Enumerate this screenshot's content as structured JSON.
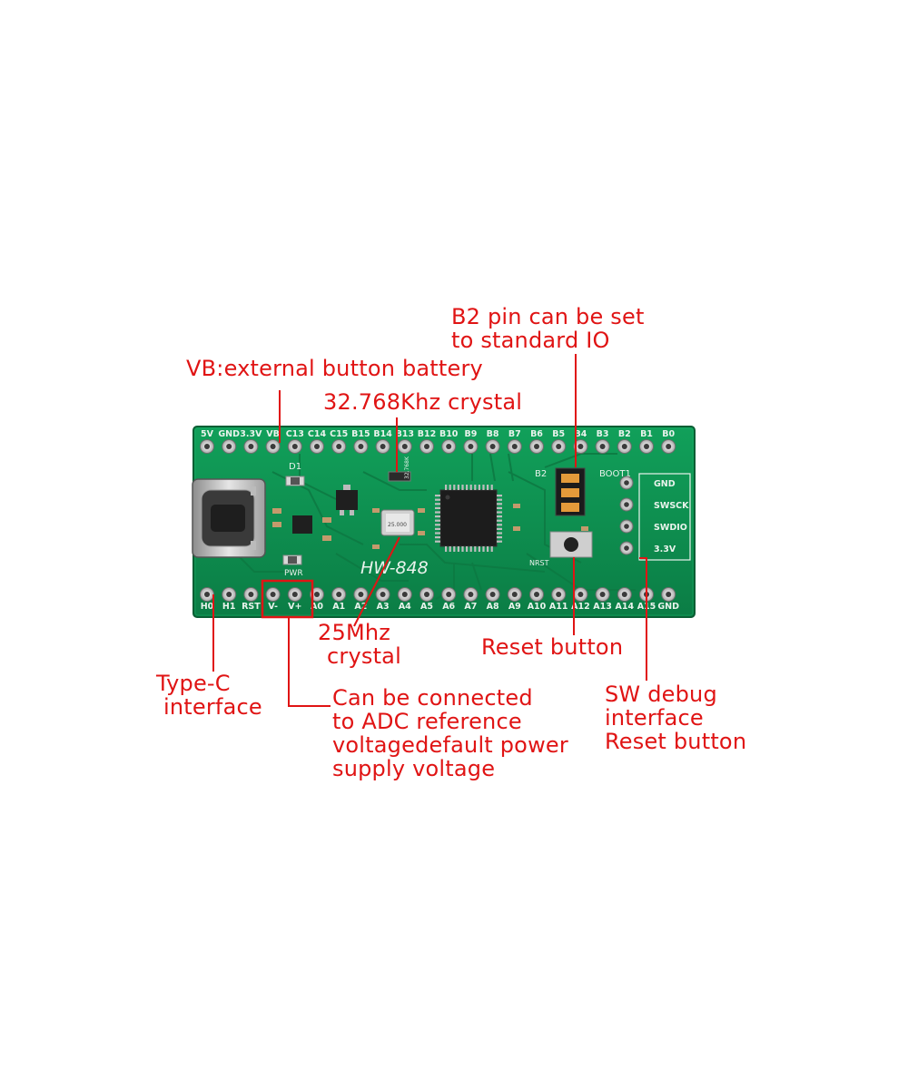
{
  "board": {
    "model": "HW-848",
    "top_pins": [
      "5V",
      "GND",
      "3.3V",
      "VB",
      "C13",
      "C14",
      "C15",
      "B15",
      "B14",
      "B13",
      "B12",
      "B10",
      "B9",
      "B8",
      "B7",
      "B6",
      "B5",
      "B4",
      "B3",
      "B2",
      "B1",
      "B0"
    ],
    "bottom_pins": [
      "H0",
      "H1",
      "RST",
      "V-",
      "V+",
      "A0",
      "A1",
      "A2",
      "A3",
      "A4",
      "A5",
      "A6",
      "A7",
      "A8",
      "A9",
      "A10",
      "A11",
      "A12",
      "A13",
      "A14",
      "A15",
      "GND"
    ],
    "swd_pins": [
      "GND",
      "SWSCK",
      "SWDIO",
      "3.3V"
    ],
    "silk": {
      "d1": "D1",
      "pwr": "PWR",
      "b2": "B2",
      "boot1": "BOOT1",
      "nrst": "NRST",
      "crystal_32k": "32.768K",
      "crystal_25m": "25.000"
    },
    "colors": {
      "pcb": "#0f8f50",
      "pcb_dark": "#0a6b3b",
      "annotation": "#e01414"
    }
  },
  "annotations": {
    "b2_pin": [
      "B2 pin can be set",
      "to standard IO"
    ],
    "vb": [
      "VB:external button battery"
    ],
    "crystal_32k": [
      "32.768Khz crystal"
    ],
    "crystal_25m": [
      "25Mhz",
      "crystal"
    ],
    "reset": [
      "Reset button"
    ],
    "type_c": [
      "Type-C",
      "interface"
    ],
    "adc_ref": [
      "Can be connected",
      "to ADC reference",
      "voltagedefault power",
      "supply voltage"
    ],
    "sw_debug": [
      "SW debug",
      "interface",
      "Reset button"
    ]
  }
}
